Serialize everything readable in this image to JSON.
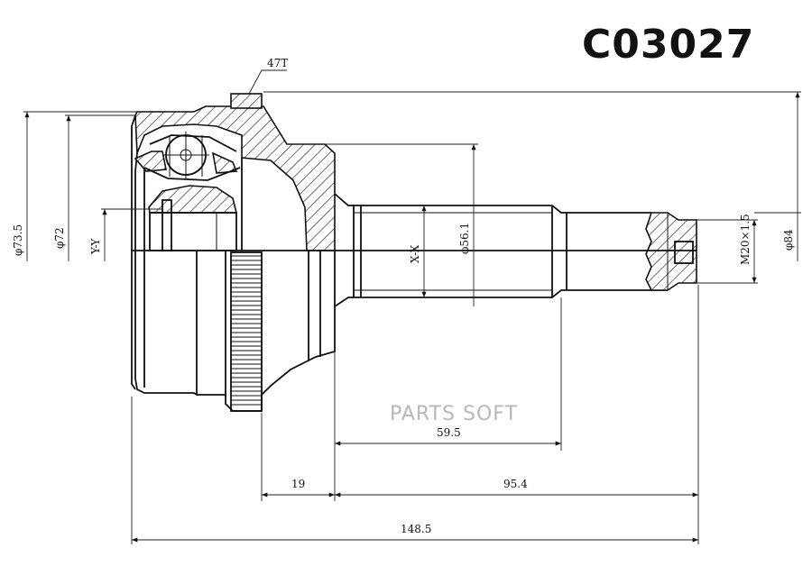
{
  "part_number": "C03027",
  "watermark": "PARTS SOFT",
  "labels": {
    "spline_teeth": "47T",
    "dia_outer_bell": "φ73.5",
    "dia_inner": "φ72",
    "section_yy": "Y-Y",
    "section_xx": "X-X",
    "dia_shaft": "φ56.1",
    "thread": "M20×1.5",
    "dia_abs": "φ84",
    "len_spline": "59.5",
    "len_ring": "19",
    "len_shaft": "95.4",
    "len_total": "148.5"
  },
  "colors": {
    "line": "#111111",
    "watermark": "#b8b8b8"
  }
}
